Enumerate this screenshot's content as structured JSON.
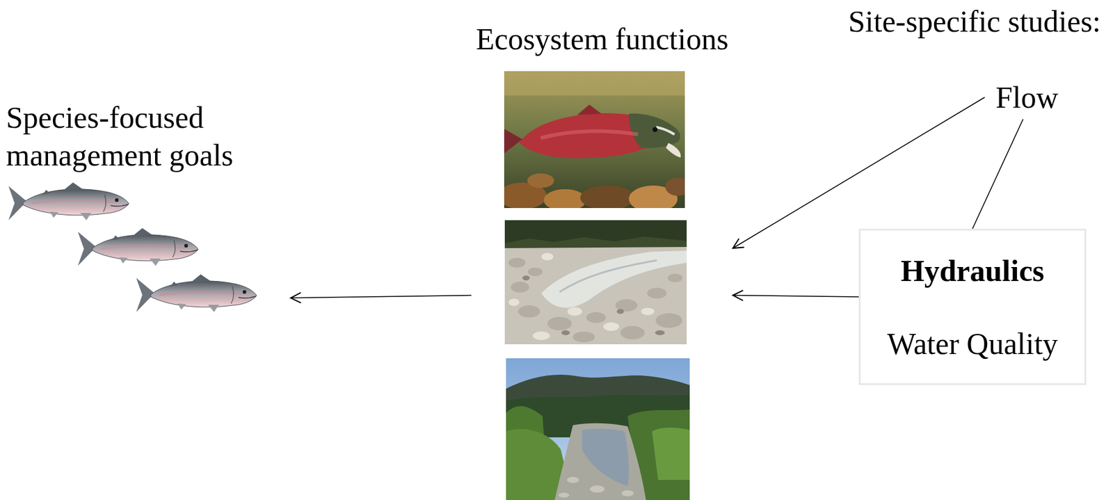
{
  "diagram": {
    "nodes": [
      {
        "text": [
          "Species-focused management goals"
        ]
      },
      {
        "text": [
          "Ecosystem functions"
        ]
      },
      {
        "text": [
          "Flow"
        ]
      },
      {
        "text": [
          "Hydraulics",
          "Water Quality"
        ]
      }
    ],
    "edges": [
      {
        "from": 1,
        "to": 0,
        "arrow": "to"
      },
      {
        "from": 2,
        "to": 1,
        "arrow": "to"
      },
      {
        "from": 3,
        "to": 1,
        "arrow": "to"
      },
      {
        "from": 2,
        "to": 3,
        "arrow": "none"
      }
    ],
    "labels": [
      "Site-specific studies:"
    ]
  }
}
